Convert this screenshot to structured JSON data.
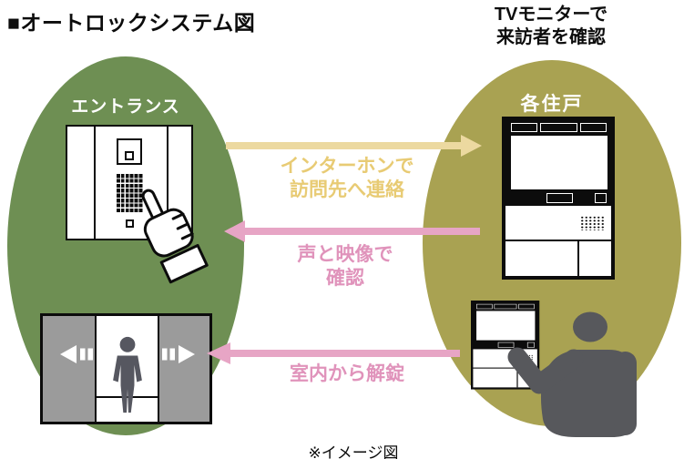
{
  "title": "■オートロックシステム図",
  "tv_caption": {
    "line1": "TVモニターで",
    "line2": "来訪者を確認"
  },
  "zones": {
    "entrance": {
      "label": "エントランス"
    },
    "residence": {
      "label": "各住戸"
    }
  },
  "flows": {
    "intercom": {
      "line1": "インターホンで",
      "line2": "訪問先へ連絡",
      "direction": "entrance-to-residence"
    },
    "confirm": {
      "line1": "声と映像で",
      "line2": "確認",
      "direction": "residence-to-entrance"
    },
    "unlock": {
      "label": "室内から解錠",
      "direction": "residence-to-entrance"
    }
  },
  "footnote": "※イメージ図",
  "colors": {
    "green": "#6e8f53",
    "olive": "#a9a252",
    "arrow_yellow": "#ecd9a0",
    "label_yellow": "#e8cb74",
    "arrow_pink": "#e7a5c5",
    "label_pink": "#e093bb",
    "door_gray": "#9b9b9b",
    "person_gray": "#57585c",
    "black": "#0c0c0c"
  }
}
